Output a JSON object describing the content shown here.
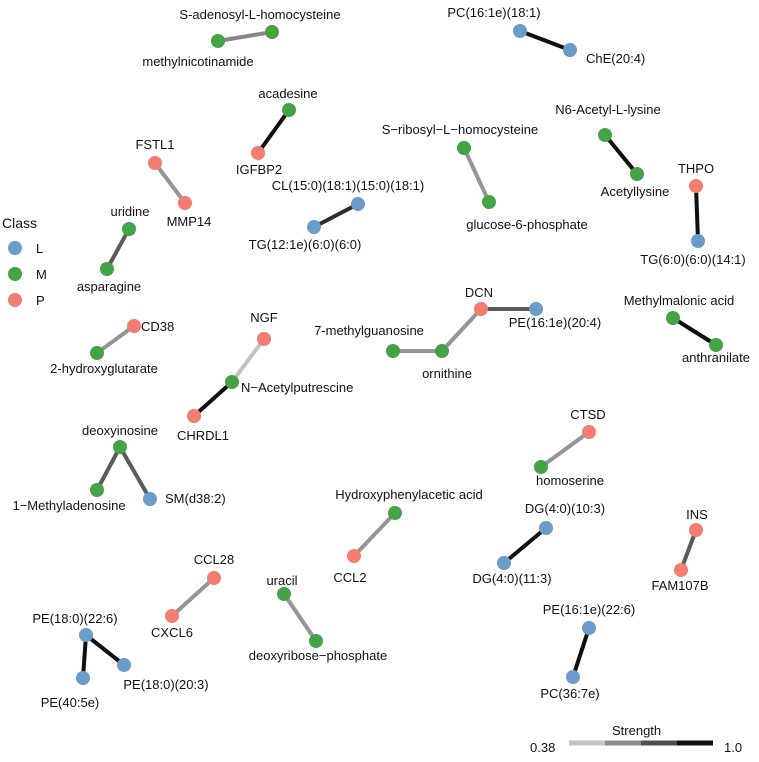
{
  "colors": {
    "L": "#6b9bc9",
    "M": "#44a348",
    "P": "#f27d70"
  },
  "legend": {
    "class_title": "Class",
    "class_items": [
      "L",
      "M",
      "P"
    ],
    "strength_title": "Strength",
    "strength_min": "0.38",
    "strength_max": "1.0",
    "strength_steps": [
      "#c4c4c4",
      "#8a8a8a",
      "#4f4f4f",
      "#111111"
    ]
  },
  "nodes": [
    {
      "id": "s_adenosyl",
      "label": "S-adenosyl-L-homocysteine",
      "cls": "M"
    },
    {
      "id": "methylnicotinamide",
      "label": "methylnicotinamide",
      "cls": "M"
    },
    {
      "id": "pc16_18",
      "label": "PC(16:1e)(18:1)",
      "cls": "L"
    },
    {
      "id": "che20",
      "label": "ChE(20:4)",
      "cls": "L"
    },
    {
      "id": "acadesine",
      "label": "acadesine",
      "cls": "M"
    },
    {
      "id": "igfbp2",
      "label": "IGFBP2",
      "cls": "P"
    },
    {
      "id": "s_ribosyl",
      "label": "S−ribosyl−L−homocysteine",
      "cls": "M"
    },
    {
      "id": "g6p",
      "label": "glucose-6-phosphate",
      "cls": "M"
    },
    {
      "id": "n6acetyl",
      "label": "N6-Acetyl-L-lysine",
      "cls": "M"
    },
    {
      "id": "acetyllysine",
      "label": "Acetyllysine",
      "cls": "M"
    },
    {
      "id": "fstl1",
      "label": "FSTL1",
      "cls": "P"
    },
    {
      "id": "mmp14",
      "label": "MMP14",
      "cls": "P"
    },
    {
      "id": "cl15",
      "label": "CL(15:0)(18:1)(15:0)(18:1)",
      "cls": "L"
    },
    {
      "id": "tg12",
      "label": "TG(12:1e)(6:0)(6:0)",
      "cls": "L"
    },
    {
      "id": "thpo",
      "label": "THPO",
      "cls": "P"
    },
    {
      "id": "tg6",
      "label": "TG(6:0)(6:0)(14:1)",
      "cls": "L"
    },
    {
      "id": "uridine",
      "label": "uridine",
      "cls": "M"
    },
    {
      "id": "asparagine",
      "label": "asparagine",
      "cls": "M"
    },
    {
      "id": "dcn",
      "label": "DCN",
      "cls": "P"
    },
    {
      "id": "pe16_20",
      "label": "PE(16:1e)(20:4)",
      "cls": "L"
    },
    {
      "id": "methylguanosine",
      "label": "7-methylguanosine",
      "cls": "M"
    },
    {
      "id": "ornithine",
      "label": "ornithine",
      "cls": "M"
    },
    {
      "id": "methylmalonic",
      "label": "Methylmalonic acid",
      "cls": "M"
    },
    {
      "id": "anthranilate",
      "label": "anthranilate",
      "cls": "M"
    },
    {
      "id": "cd38",
      "label": "CD38",
      "cls": "P"
    },
    {
      "id": "hydroxyglutarate",
      "label": "2-hydroxyglutarate",
      "cls": "M"
    },
    {
      "id": "ngf",
      "label": "NGF",
      "cls": "P"
    },
    {
      "id": "nacetylputrescine",
      "label": "N−Acetylputrescine",
      "cls": "M"
    },
    {
      "id": "chrdl1",
      "label": "CHRDL1",
      "cls": "P"
    },
    {
      "id": "deoxyinosine",
      "label": "deoxyinosine",
      "cls": "M"
    },
    {
      "id": "methyladenosine",
      "label": "1−Methyladenosine",
      "cls": "M"
    },
    {
      "id": "sm38",
      "label": "SM(d38:2)",
      "cls": "L"
    },
    {
      "id": "ctsd",
      "label": "CTSD",
      "cls": "P"
    },
    {
      "id": "homoserine",
      "label": "homoserine",
      "cls": "M"
    },
    {
      "id": "hydroxyphenylacetic",
      "label": "Hydroxyphenylacetic acid",
      "cls": "M"
    },
    {
      "id": "ccl2",
      "label": "CCL2",
      "cls": "P"
    },
    {
      "id": "dg4_10",
      "label": "DG(4:0)(10:3)",
      "cls": "L"
    },
    {
      "id": "dg4_11",
      "label": "DG(4:0)(11:3)",
      "cls": "L"
    },
    {
      "id": "ins",
      "label": "INS",
      "cls": "P"
    },
    {
      "id": "fam107b",
      "label": "FAM107B",
      "cls": "P"
    },
    {
      "id": "ccl28",
      "label": "CCL28",
      "cls": "P"
    },
    {
      "id": "cxcl6",
      "label": "CXCL6",
      "cls": "P"
    },
    {
      "id": "uracil",
      "label": "uracil",
      "cls": "M"
    },
    {
      "id": "deoxyribose",
      "label": "deoxyribose−phosphate",
      "cls": "M"
    },
    {
      "id": "pe18_22",
      "label": "PE(18:0)(22:6)",
      "cls": "L"
    },
    {
      "id": "pe40",
      "label": "PE(40:5e)",
      "cls": "L"
    },
    {
      "id": "pe18_20",
      "label": "PE(18:0)(20:3)",
      "cls": "L"
    },
    {
      "id": "pe16_22",
      "label": "PE(16:1e)(22:6)",
      "cls": "L"
    },
    {
      "id": "pc36",
      "label": "PC(36:7e)",
      "cls": "L"
    }
  ],
  "edges": [
    {
      "a": "s_adenosyl",
      "b": "methylnicotinamide",
      "strength": 0.6
    },
    {
      "a": "pc16_18",
      "b": "che20",
      "strength": 1.0
    },
    {
      "a": "acadesine",
      "b": "igfbp2",
      "strength": 1.0
    },
    {
      "a": "s_ribosyl",
      "b": "g6p",
      "strength": 0.55
    },
    {
      "a": "n6acetyl",
      "b": "acetyllysine",
      "strength": 1.0
    },
    {
      "a": "fstl1",
      "b": "mmp14",
      "strength": 0.55
    },
    {
      "a": "cl15",
      "b": "tg12",
      "strength": 0.9
    },
    {
      "a": "thpo",
      "b": "tg6",
      "strength": 1.0
    },
    {
      "a": "uridine",
      "b": "asparagine",
      "strength": 0.75
    },
    {
      "a": "dcn",
      "b": "pe16_20",
      "strength": 0.75
    },
    {
      "a": "dcn",
      "b": "ornithine",
      "strength": 0.55
    },
    {
      "a": "methylguanosine",
      "b": "ornithine",
      "strength": 0.55
    },
    {
      "a": "methylmalonic",
      "b": "anthranilate",
      "strength": 1.0
    },
    {
      "a": "cd38",
      "b": "hydroxyglutarate",
      "strength": 0.55
    },
    {
      "a": "ngf",
      "b": "nacetylputrescine",
      "strength": 0.4
    },
    {
      "a": "nacetylputrescine",
      "b": "chrdl1",
      "strength": 1.0
    },
    {
      "a": "deoxyinosine",
      "b": "methyladenosine",
      "strength": 0.75
    },
    {
      "a": "deoxyinosine",
      "b": "sm38",
      "strength": 0.75
    },
    {
      "a": "ctsd",
      "b": "homoserine",
      "strength": 0.55
    },
    {
      "a": "hydroxyphenylacetic",
      "b": "ccl2",
      "strength": 0.55
    },
    {
      "a": "dg4_10",
      "b": "dg4_11",
      "strength": 1.0
    },
    {
      "a": "ins",
      "b": "fam107b",
      "strength": 0.75
    },
    {
      "a": "ccl28",
      "b": "cxcl6",
      "strength": 0.55
    },
    {
      "a": "uracil",
      "b": "deoxyribose",
      "strength": 0.55
    },
    {
      "a": "pe18_22",
      "b": "pe40",
      "strength": 1.0
    },
    {
      "a": "pe18_22",
      "b": "pe18_20",
      "strength": 1.0
    },
    {
      "a": "pe16_22",
      "b": "pc36",
      "strength": 1.0
    }
  ]
}
